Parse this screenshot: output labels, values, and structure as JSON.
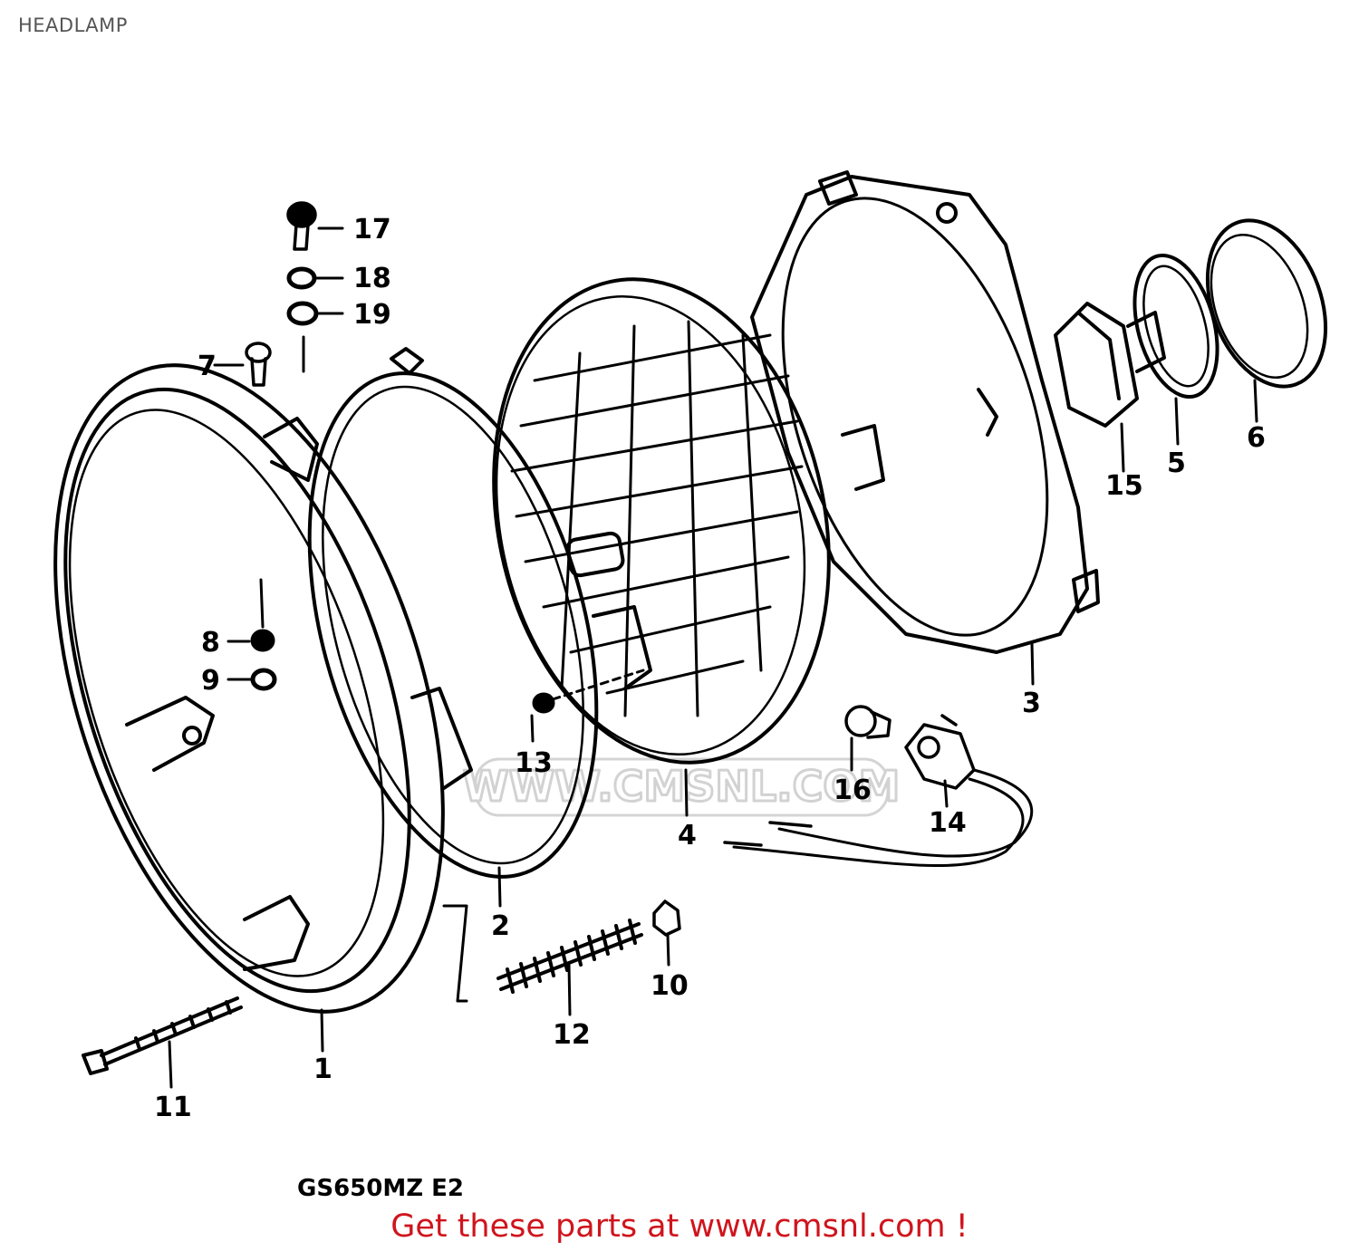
{
  "header": {
    "title": "HEADLAMP"
  },
  "diagram": {
    "watermark": "WWW.CMSNL.COM",
    "model_code": "GS650MZ E2",
    "callouts": [
      {
        "id": "1",
        "label": "1"
      },
      {
        "id": "2",
        "label": "2"
      },
      {
        "id": "3",
        "label": "3"
      },
      {
        "id": "4",
        "label": "4"
      },
      {
        "id": "5",
        "label": "5"
      },
      {
        "id": "6",
        "label": "6"
      },
      {
        "id": "7",
        "label": "7"
      },
      {
        "id": "8",
        "label": "8"
      },
      {
        "id": "9",
        "label": "9"
      },
      {
        "id": "10",
        "label": "10"
      },
      {
        "id": "11",
        "label": "11"
      },
      {
        "id": "12",
        "label": "12"
      },
      {
        "id": "13",
        "label": "13"
      },
      {
        "id": "14",
        "label": "14"
      },
      {
        "id": "15",
        "label": "15"
      },
      {
        "id": "16",
        "label": "16"
      },
      {
        "id": "17",
        "label": "17"
      },
      {
        "id": "18",
        "label": "18"
      },
      {
        "id": "19",
        "label": "19"
      }
    ]
  },
  "footer": {
    "link_text": "Get these parts at www.cmsnl.com !"
  }
}
